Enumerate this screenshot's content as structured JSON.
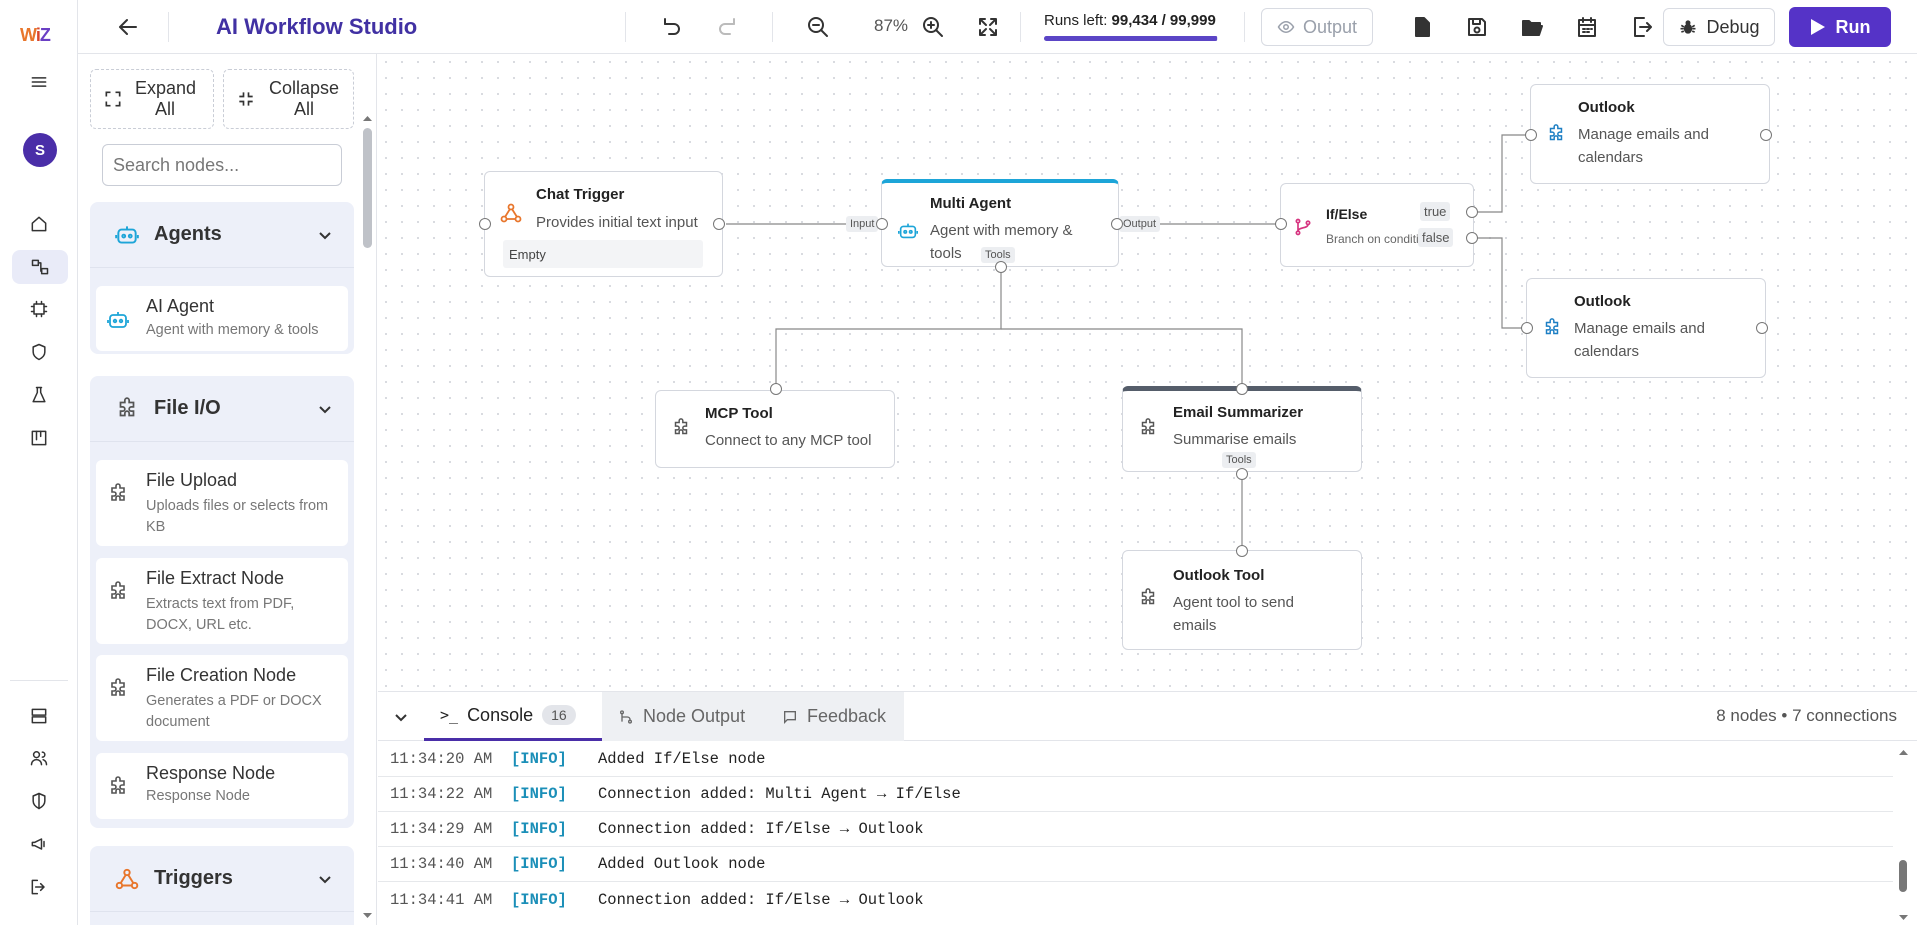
{
  "app": {
    "logo": "WiZ",
    "title": "AI Workflow Studio",
    "avatar": "S"
  },
  "toolbar": {
    "zoom": "87%",
    "runs_label": "Runs left:",
    "runs_value": "99,434 / 99,999",
    "runs_fraction": 0.9943,
    "output": "Output",
    "debug": "Debug",
    "run": "Run"
  },
  "sidebar": {
    "expand": "Expand All",
    "collapse": "Collapse All",
    "search_placeholder": "Search nodes...",
    "categories": [
      {
        "name": "Agents",
        "items": [
          {
            "name": "AI Agent",
            "desc": "Agent with memory & tools"
          }
        ]
      },
      {
        "name": "File I/O",
        "items": [
          {
            "name": "File Upload",
            "desc": "Uploads files or selects from KB"
          },
          {
            "name": "File Extract Node",
            "desc": "Extracts text from PDF, DOCX, URL etc."
          },
          {
            "name": "File Creation Node",
            "desc": "Generates a PDF or DOCX document"
          },
          {
            "name": "Response Node",
            "desc": "Response Node"
          }
        ]
      },
      {
        "name": "Triggers",
        "items": []
      }
    ]
  },
  "nodes": {
    "chat": {
      "title": "Chat Trigger",
      "desc": "Provides initial text input",
      "status": "Empty"
    },
    "multi": {
      "title": "Multi Agent",
      "desc": "Agent with memory & tools",
      "in": "Input",
      "out": "Output",
      "tools": "Tools"
    },
    "ifelse": {
      "title": "If/Else",
      "desc": "Branch on conditi",
      "t": "true",
      "f": "false"
    },
    "outlook1": {
      "title": "Outlook",
      "desc": "Manage emails and calendars"
    },
    "outlook2": {
      "title": "Outlook",
      "desc": "Manage emails and calendars"
    },
    "mcp": {
      "title": "MCP Tool",
      "desc": "Connect to any MCP tool"
    },
    "email": {
      "title": "Email Summarizer",
      "desc": "Summarise emails",
      "tools": "Tools"
    },
    "otool": {
      "title": "Outlook Tool",
      "desc": "Agent tool to send emails"
    }
  },
  "panel": {
    "tabs": {
      "console": "Console",
      "count": "16",
      "output": "Node Output",
      "feedback": "Feedback"
    },
    "stats": "8 nodes • 7 connections",
    "logs": [
      {
        "time": "11:34:20 AM",
        "level": "[INFO]",
        "msg": "Added If/Else node"
      },
      {
        "time": "11:34:22 AM",
        "level": "[INFO]",
        "msg": "Connection added: Multi Agent → If/Else"
      },
      {
        "time": "11:34:29 AM",
        "level": "[INFO]",
        "msg": "Connection added: If/Else → Outlook"
      },
      {
        "time": "11:34:40 AM",
        "level": "[INFO]",
        "msg": "Added Outlook node"
      },
      {
        "time": "11:34:41 AM",
        "level": "[INFO]",
        "msg": "Connection added: If/Else → Outlook"
      }
    ]
  },
  "colors": {
    "brand": "#4131a3",
    "run": "#5533c7",
    "info": "#1b8fb8",
    "trigger": "#e8762c",
    "agent": "#1da5d8"
  }
}
